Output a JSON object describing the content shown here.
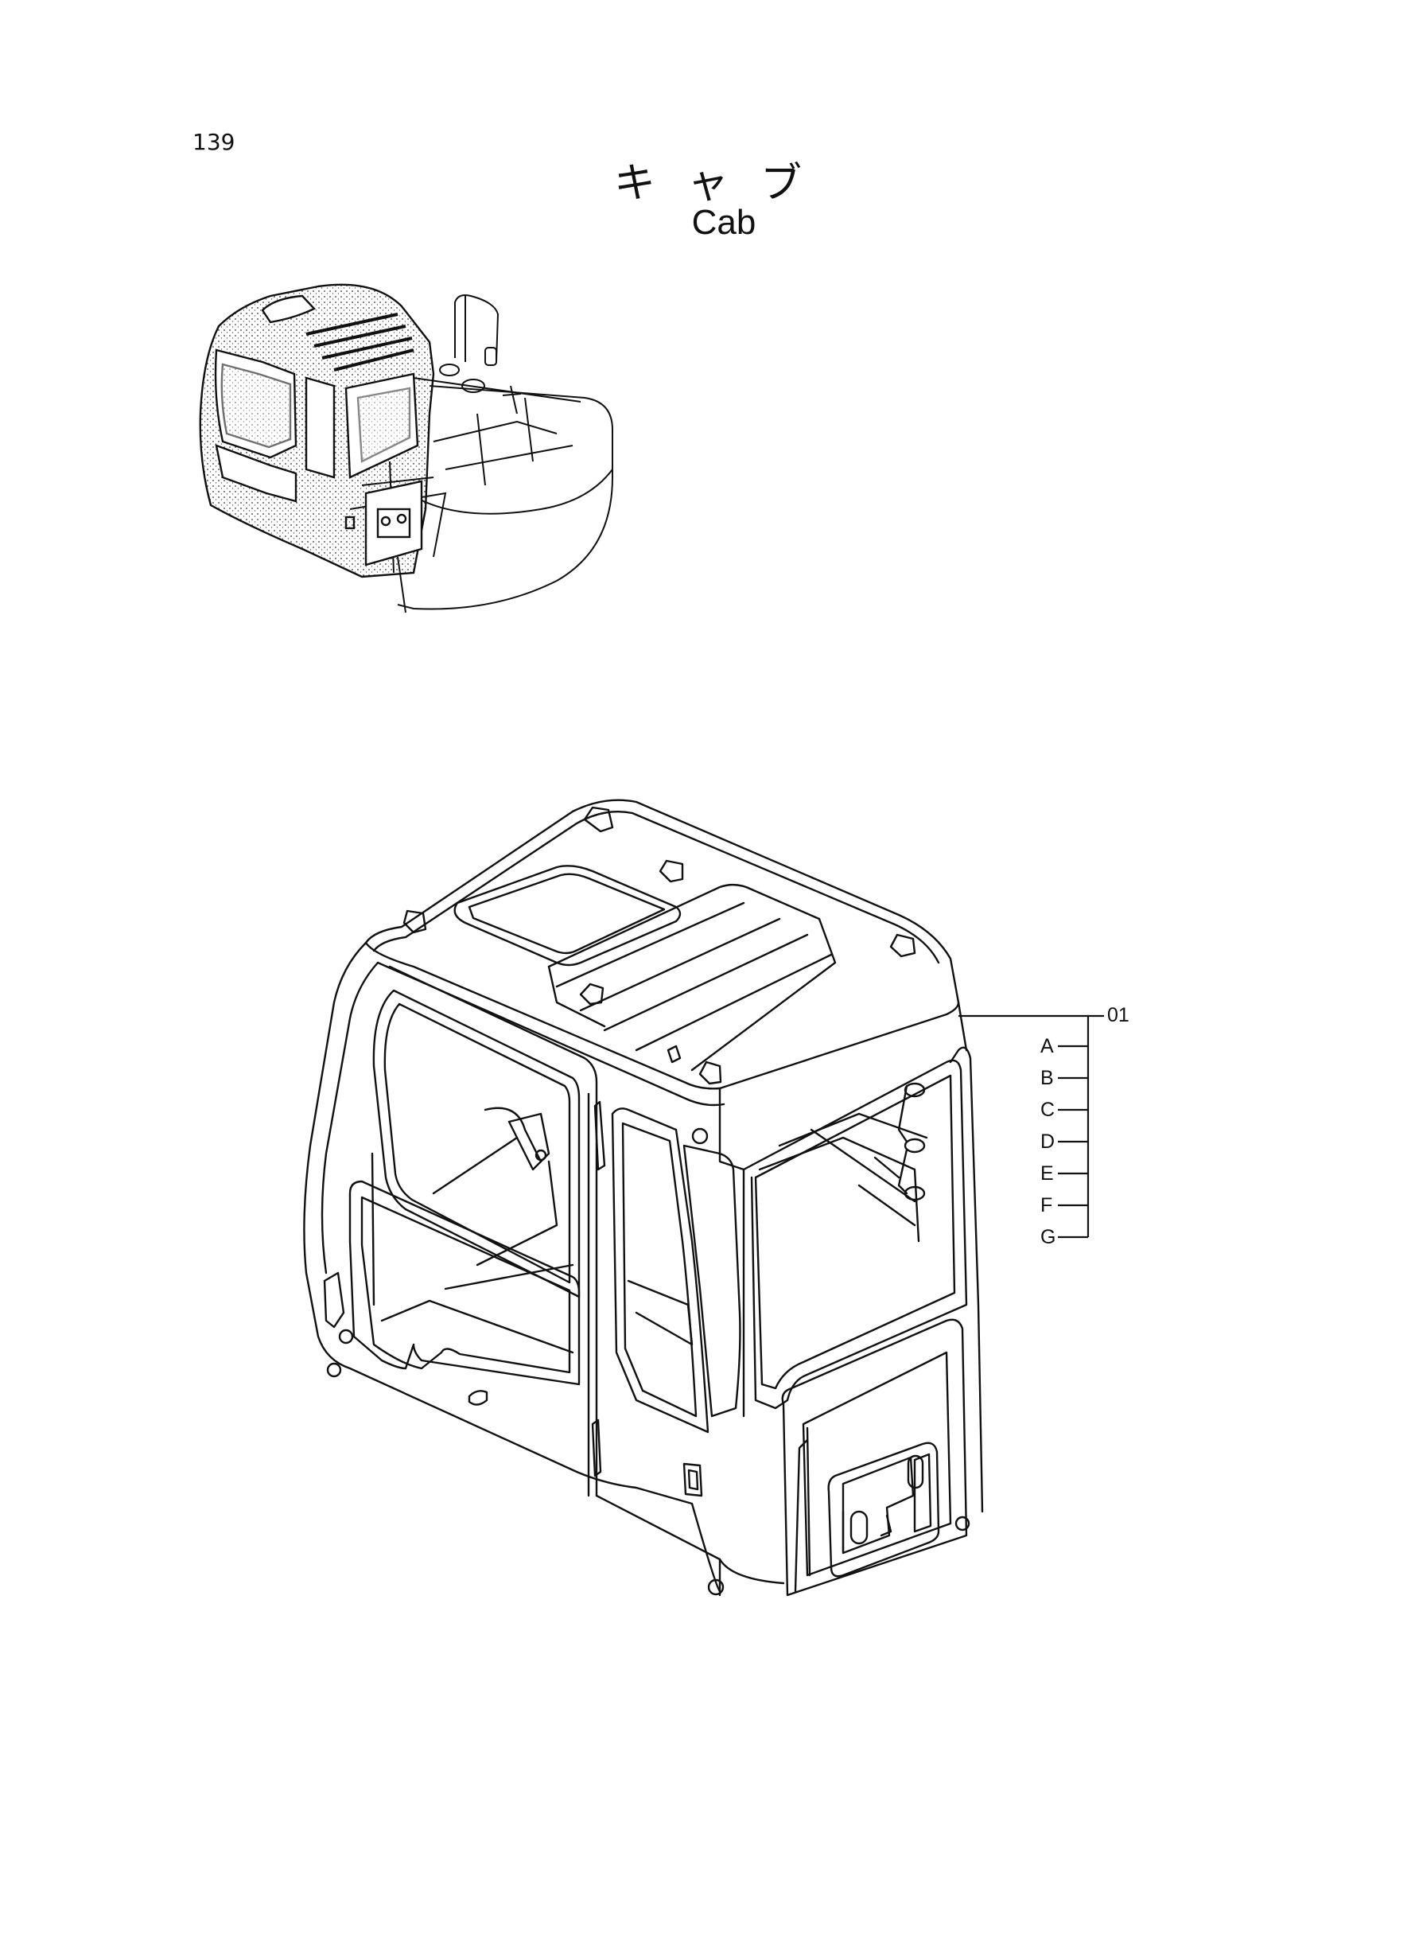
{
  "page": {
    "number": "139",
    "title_jp": "キャブ",
    "title_en": "Cab"
  },
  "callout": {
    "main_label": "01",
    "sub_labels": [
      "A",
      "B",
      "C",
      "D",
      "E",
      "F",
      "G"
    ]
  },
  "colors": {
    "ink": "#111111",
    "paper": "#ffffff"
  }
}
